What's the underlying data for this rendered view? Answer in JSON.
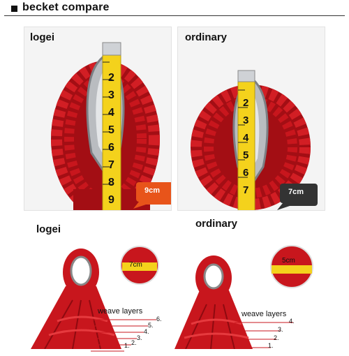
{
  "header": {
    "title": "becket compare"
  },
  "top": {
    "left_label": "logei",
    "right_label": "ordinary",
    "left_badge": "9cm",
    "right_badge": "7cm",
    "left_ruler_digits": [
      "2",
      "3",
      "4",
      "5",
      "6",
      "7",
      "8",
      "9"
    ],
    "right_ruler_digits": [
      "2",
      "3",
      "4",
      "5",
      "6",
      "7"
    ]
  },
  "bottom": {
    "left_label": "logei",
    "right_label": "ordinary",
    "left_inset_measure": "7cm",
    "right_inset_measure": "5cm",
    "left_weave_title": "weave layers",
    "right_weave_title": "weave layers",
    "left_weave_marks": [
      "6.",
      "5.",
      "4.",
      "3.",
      "2.",
      "1."
    ],
    "right_weave_marks": [
      "4.",
      "3.",
      "2.",
      "1."
    ]
  },
  "colors": {
    "rope": "#c8161d",
    "badge_orange": "#e8541a",
    "badge_dark": "#333333",
    "tape": "#f4d21c"
  }
}
